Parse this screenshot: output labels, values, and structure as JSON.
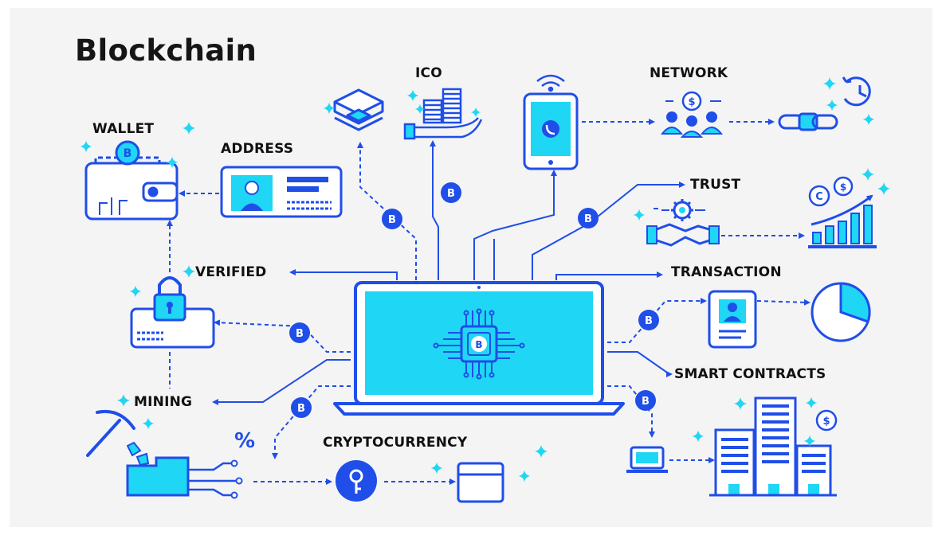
{
  "title": "Blockchain",
  "labels": {
    "wallet": "WALLET",
    "address": "ADDRESS",
    "ico": "ICO",
    "network": "NETWORK",
    "trust": "TRUST",
    "verified": "VERIFIED",
    "transaction": "TRANSACTION",
    "mining": "MINING",
    "smart_contracts": "SMART CONTRACTS",
    "cryptocurrency": "CRYPTOCURRENCY"
  },
  "symbols": {
    "bitcoin": "B",
    "dollar": "$",
    "percent": "%",
    "cent": "C"
  },
  "colors": {
    "primary": "#1f4ee8",
    "accent": "#1fd6f4",
    "background": "#f4f4f4"
  }
}
